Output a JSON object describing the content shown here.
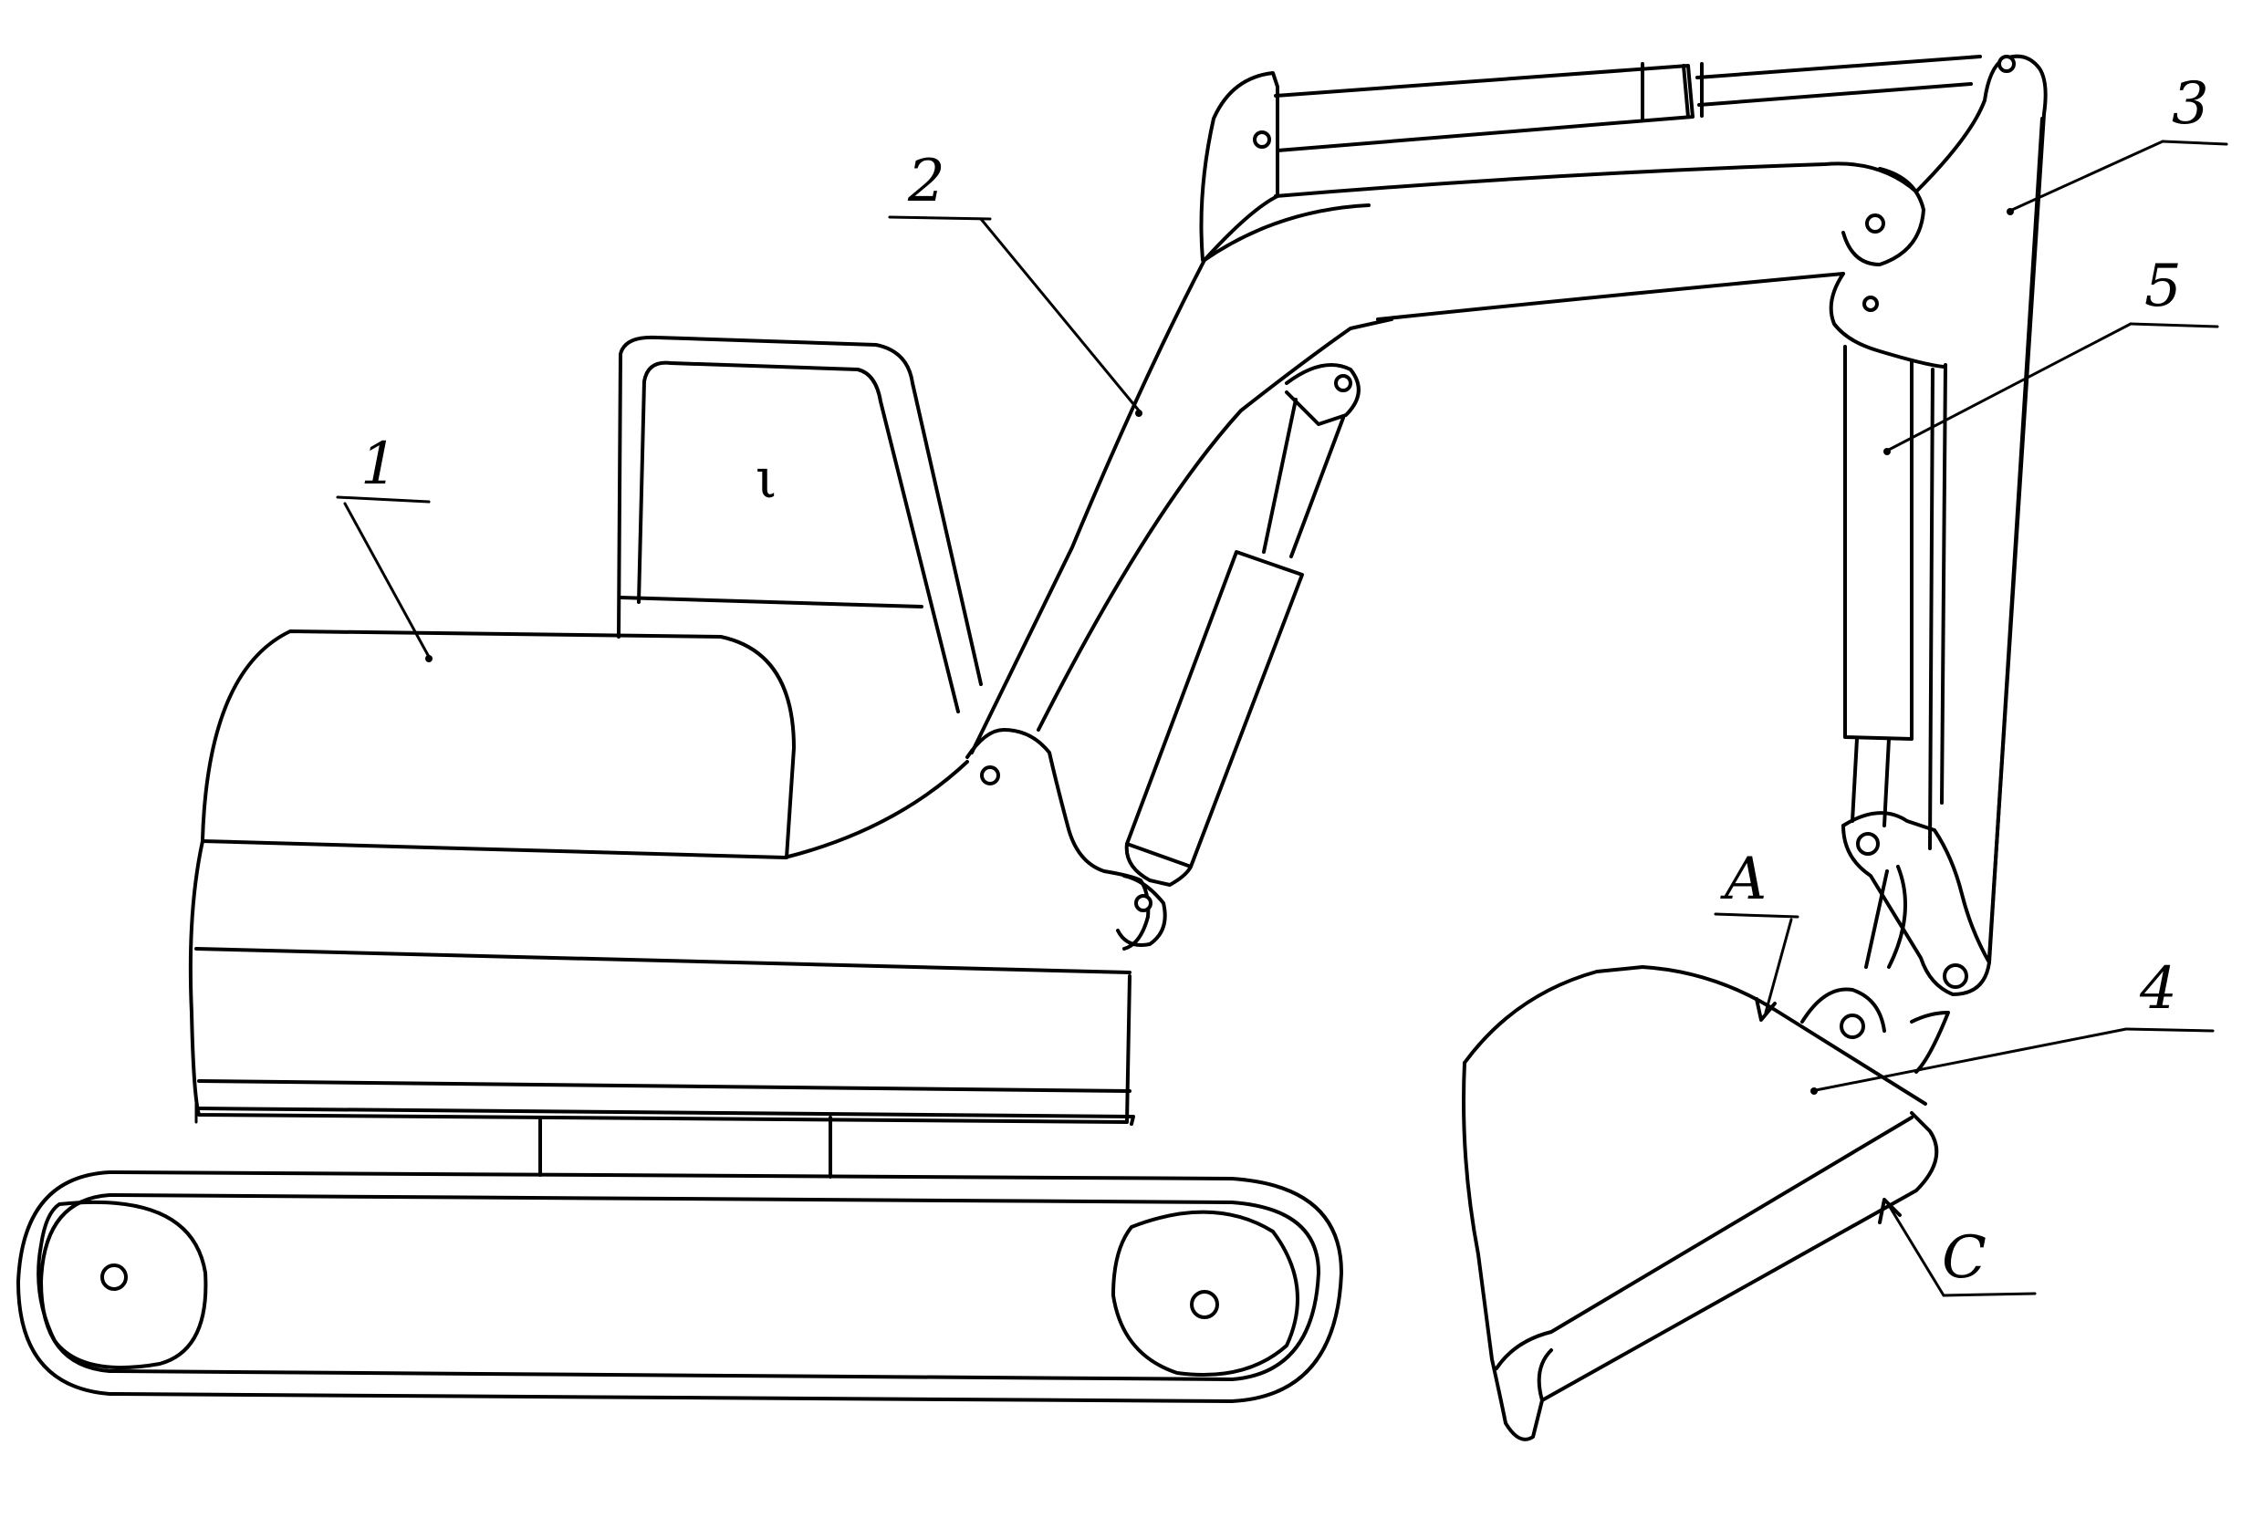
{
  "figure": {
    "labels": [
      {
        "id": "1",
        "text": "1"
      },
      {
        "id": "2",
        "text": "2"
      },
      {
        "id": "3",
        "text": "3"
      },
      {
        "id": "4",
        "text": "4"
      },
      {
        "id": "5",
        "text": "5"
      },
      {
        "id": "A",
        "text": "A"
      },
      {
        "id": "C",
        "text": "C"
      }
    ],
    "cab_mark": "ι",
    "line_color": "#000000",
    "background": "#ffffff"
  }
}
